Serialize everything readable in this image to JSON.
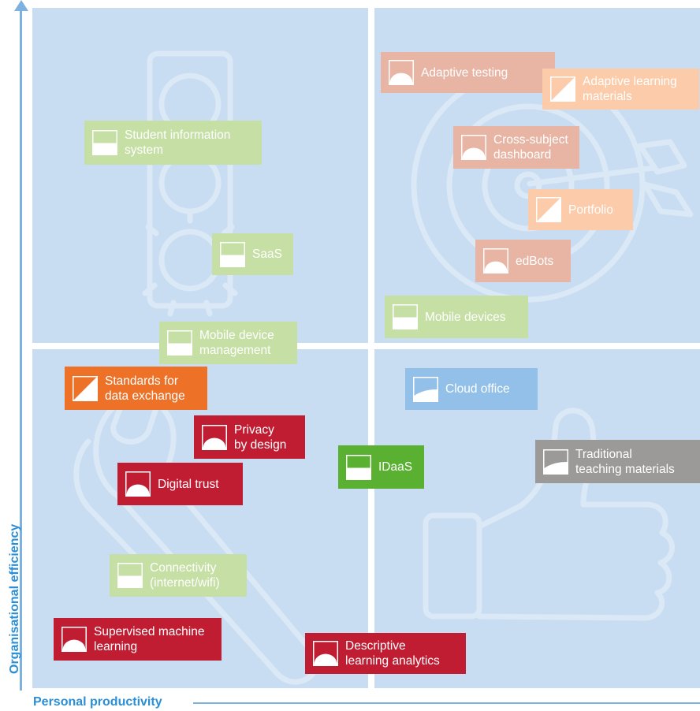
{
  "axes": {
    "y_label": "Organisational efficiency",
    "x_label": "Personal productivity"
  },
  "colors": {
    "quadrant_bg": "#c8ddf2",
    "axis": "#7db1df",
    "axis_text": "#2a8fd6",
    "light_green": "#c5dfa4",
    "green": "#5ab031",
    "light_salmon": "#e8b5a4",
    "peach": "#fbcbaa",
    "orange": "#ee7128",
    "red": "#c01d33",
    "blue": "#92c0e8",
    "gray": "#9c9a99"
  },
  "items": [
    {
      "label": "Adaptive testing",
      "icon": "half-circle-icon"
    },
    {
      "label": "Adaptive learning\nmaterials",
      "icon": "diagonal-split-icon"
    },
    {
      "label": "Student information\nsystem",
      "icon": "horizontal-split-icon"
    },
    {
      "label": "Cross-subject\ndashboard",
      "icon": "half-circle-icon"
    },
    {
      "label": "Portfolio",
      "icon": "diagonal-split-icon"
    },
    {
      "label": "SaaS",
      "icon": "horizontal-split-icon"
    },
    {
      "label": "edBots",
      "icon": "half-circle-icon"
    },
    {
      "label": "Mobile devices",
      "icon": "horizontal-split-icon"
    },
    {
      "label": "Mobile device\nmanagement",
      "icon": "horizontal-split-icon"
    },
    {
      "label": "Standards for\ndata exchange",
      "icon": "diagonal-split-icon"
    },
    {
      "label": "Cloud office",
      "icon": "curve-icon"
    },
    {
      "label": "Privacy\nby design",
      "icon": "half-circle-icon"
    },
    {
      "label": "IDaaS",
      "icon": "horizontal-split-icon"
    },
    {
      "label": "Traditional\nteaching materials",
      "icon": "curve-icon"
    },
    {
      "label": "Digital trust",
      "icon": "half-circle-icon"
    },
    {
      "label": "Connectivity\n(internet/wifi)",
      "icon": "horizontal-split-icon"
    },
    {
      "label": "Supervised machine\nlearning",
      "icon": "half-circle-icon"
    },
    {
      "label": "Descriptive\nlearning analytics",
      "icon": "half-circle-icon"
    }
  ]
}
